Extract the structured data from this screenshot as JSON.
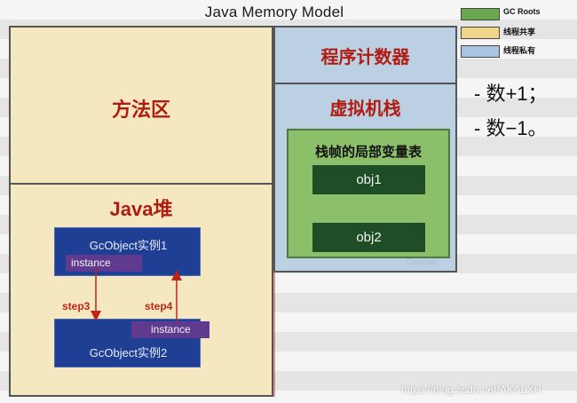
{
  "title": "Java Memory Model",
  "legend": [
    {
      "label": "GC Roots",
      "color": "#6aa84f"
    },
    {
      "label": "线程共享",
      "color": "#f1d58a"
    },
    {
      "label": "线程私有",
      "color": "#a9c4e0"
    }
  ],
  "regions": {
    "method_area": "方法区",
    "java_heap": "Java堆",
    "program_counter": "程序计数器",
    "vm_stack": "虚拟机栈"
  },
  "stack_frame": {
    "label": "栈帧的局部变量表",
    "slots": [
      "obj1",
      "obj2"
    ]
  },
  "heap_objects": [
    {
      "title": "GcObject实例1",
      "field": "instance"
    },
    {
      "title": "GcObject实例2",
      "field": "instance"
    }
  ],
  "steps": [
    "step3",
    "step4"
  ],
  "side_notes": [
    "- 数+1；",
    "- 数−1。"
  ],
  "watermarks": {
    "faint": "Gaycan",
    "site": "https://blog.csdn.net/AKALXH"
  }
}
